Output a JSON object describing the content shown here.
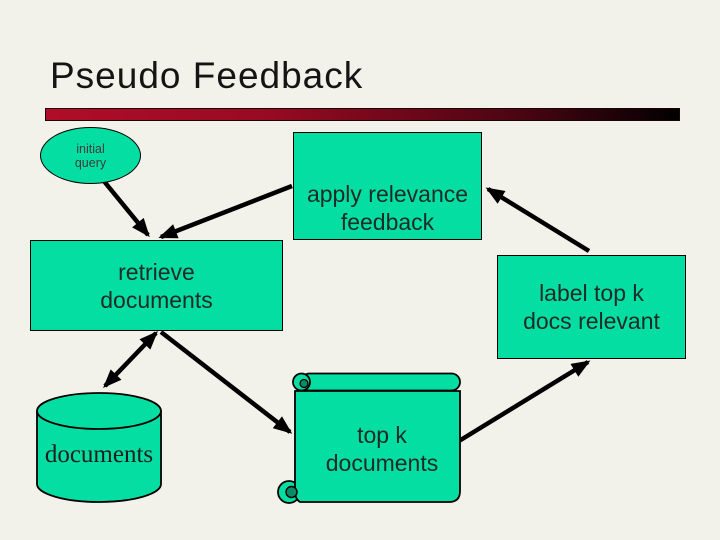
{
  "slide": {
    "title": "Pseudo Feedback"
  },
  "colors": {
    "background": "#F2F1EA",
    "shape_fill": "#04DEA2",
    "shape_border": "#000000",
    "scroll_curl_dark": "#0A8A66",
    "accent_bar_start": "#B00D28",
    "accent_bar_end": "#000000",
    "title_text": "#141414",
    "arrow": "#000000"
  },
  "diagram": {
    "nodes": {
      "initial_query": {
        "shape": "ellipse",
        "lines": [
          "initial",
          "query"
        ]
      },
      "apply_relevance_feedback": {
        "shape": "rectangle",
        "lines": [
          "apply relevance",
          "feedback"
        ]
      },
      "retrieve_documents": {
        "shape": "rectangle",
        "lines": [
          "retrieve",
          "documents"
        ]
      },
      "label_top_k": {
        "shape": "rectangle",
        "lines": [
          "label top k",
          "docs relevant"
        ]
      },
      "documents_db": {
        "shape": "cylinder",
        "label": "documents"
      },
      "top_k_documents": {
        "shape": "scroll",
        "lines": [
          "top k",
          "documents"
        ]
      }
    },
    "edges": [
      {
        "from": "initial_query",
        "to": "retrieve_documents",
        "bidirectional": false
      },
      {
        "from": "apply_relevance_feedback",
        "to": "retrieve_documents",
        "bidirectional": false
      },
      {
        "from": "retrieve_documents",
        "to": "documents_db",
        "bidirectional": true
      },
      {
        "from": "retrieve_documents",
        "to": "top_k_documents",
        "bidirectional": false
      },
      {
        "from": "top_k_documents",
        "to": "label_top_k",
        "bidirectional": false
      },
      {
        "from": "label_top_k",
        "to": "apply_relevance_feedback",
        "bidirectional": false
      }
    ]
  }
}
